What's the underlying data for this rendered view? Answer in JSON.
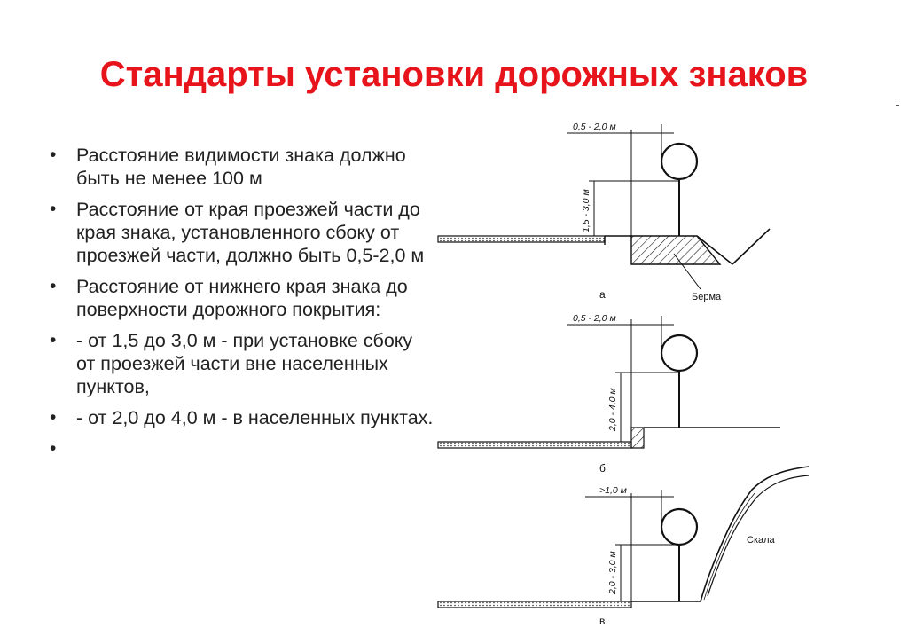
{
  "slide": {
    "title": "Стандарты установки дорожных знаков",
    "bullets": [
      "Расстояние видимости знака должно быть не менее 100 м",
      "Расстояние от края проезжей части до края знака, установленного сбоку от проезжей части, должно быть 0,5-2,0 м",
      "Расстояние от нижнего края знака до поверхности дорожного покрытия:",
      " - от 1,5 до 3,0 м - при установке сбоку от проезжей части вне населенных пунктов,",
      " - от 2,0 до 4,0 м - в населенных пунктах.",
      ""
    ],
    "bullet_symbol": "•"
  },
  "figure": {
    "a": {
      "horizontal_dim": "0,5 - 2,0 м",
      "vertical_dim": "1,5 - 3,0 м",
      "callout": "Берма",
      "caption": "а"
    },
    "b": {
      "horizontal_dim": "0,5 - 2,0 м",
      "vertical_dim": "2,0 - 4,0 м",
      "caption": "б"
    },
    "v": {
      "horizontal_dim": ">1,0 м",
      "vertical_dim": "2,0 - 3,0 м",
      "callout": "Скала",
      "caption": "в"
    }
  }
}
